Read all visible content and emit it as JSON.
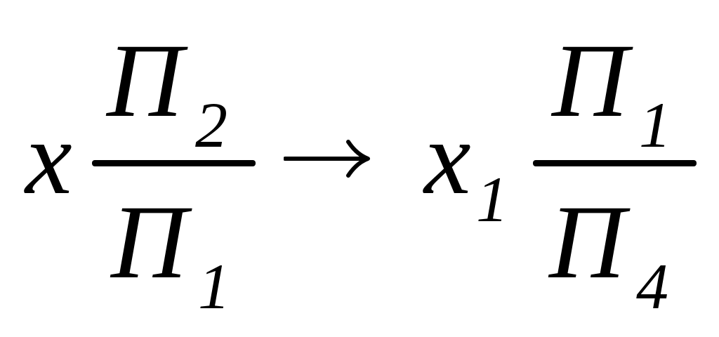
{
  "formula": {
    "left": {
      "variable": "x",
      "numerator": {
        "symbol": "Π",
        "subscript": "2"
      },
      "denominator": {
        "symbol": "Π",
        "subscript": "1"
      }
    },
    "arrow": "→",
    "right": {
      "variable": "x",
      "variable_subscript": "1",
      "numerator": {
        "symbol": "Π",
        "subscript": "1"
      },
      "denominator": {
        "symbol": "Π",
        "subscript": "4"
      }
    }
  }
}
